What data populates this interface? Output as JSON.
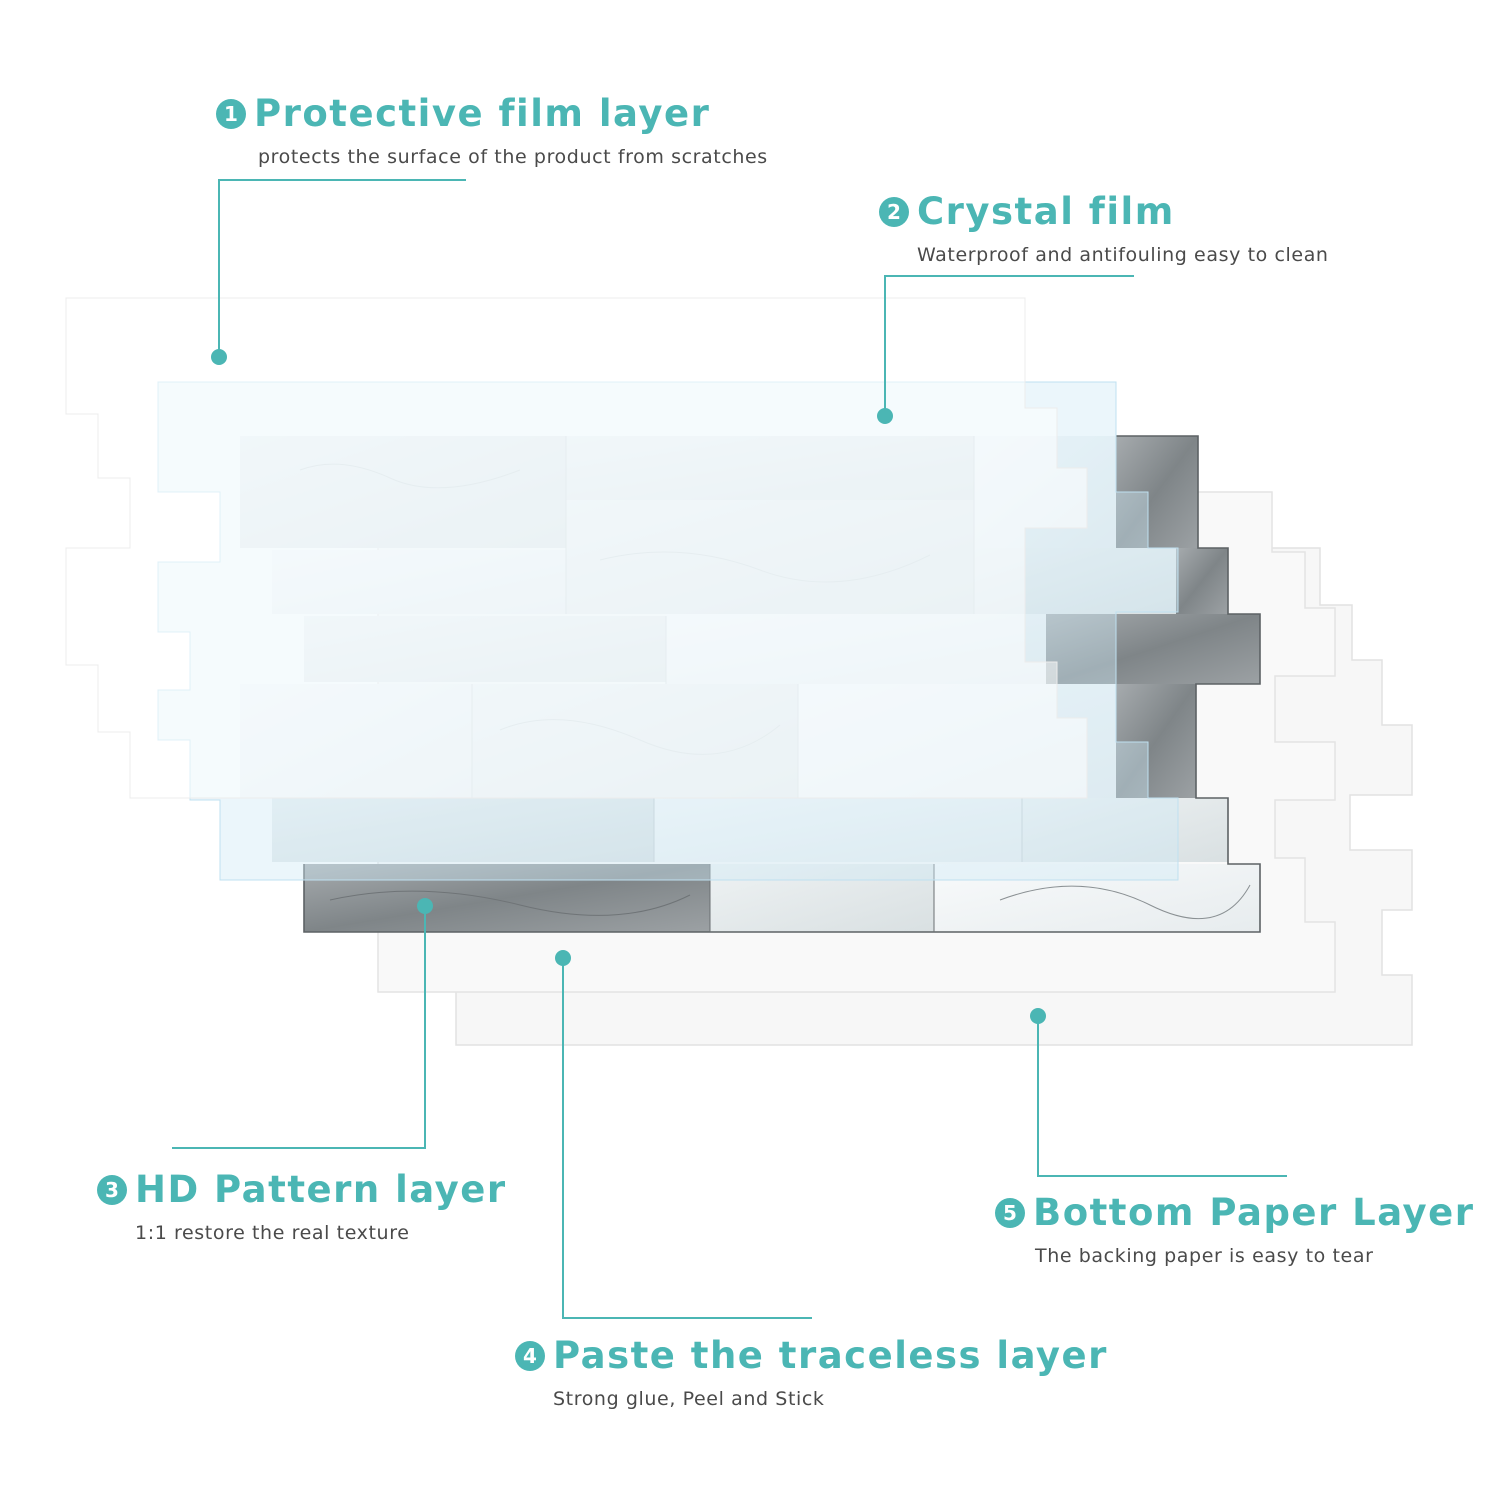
{
  "colors": {
    "accent": "#4bb6b4",
    "description_text": "#4a4a4a",
    "crystal_film": "#cfe9f6",
    "stone_light": "#e4eaec",
    "stone_dark": "#8e9396",
    "paper": "#f6f6f6"
  },
  "layers": [
    {
      "number": "1",
      "title": "Protective film layer",
      "description": "protects the surface of the product from scratches"
    },
    {
      "number": "2",
      "title": "Crystal film",
      "description": "Waterproof and antifouling easy to clean"
    },
    {
      "number": "3",
      "title": "HD Pattern layer",
      "description": "1:1 restore the real texture"
    },
    {
      "number": "4",
      "title": "Paste the traceless layer",
      "description": "Strong glue, Peel and Stick"
    },
    {
      "number": "5",
      "title": "Bottom Paper Layer",
      "description": "The backing paper is easy to tear"
    }
  ]
}
